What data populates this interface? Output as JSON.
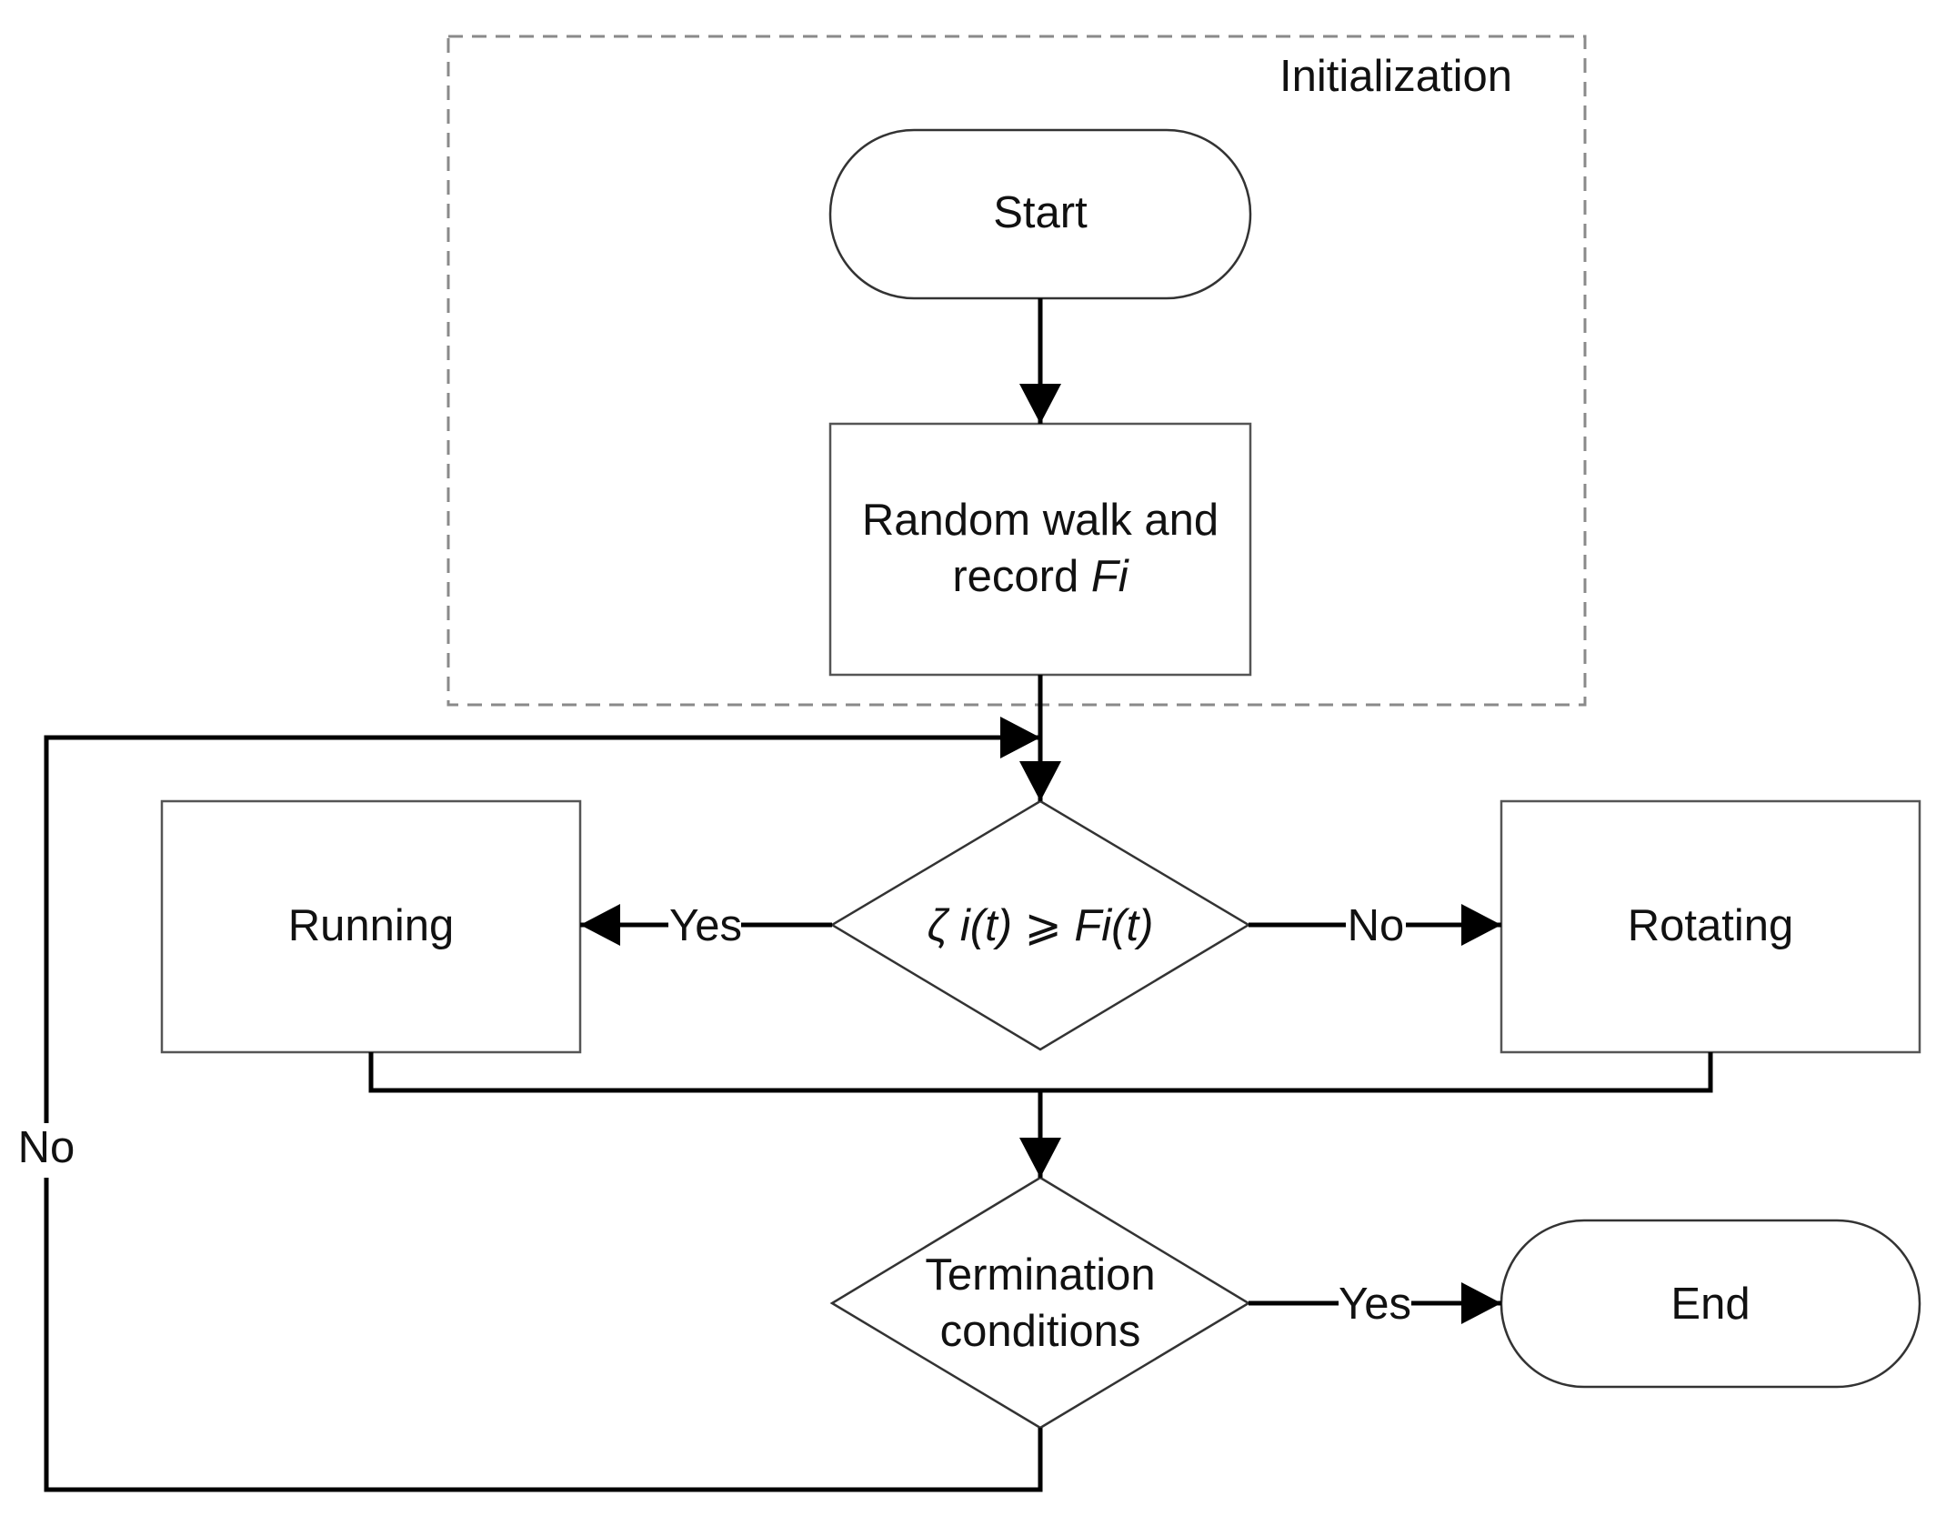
{
  "group": {
    "label": "Initialization"
  },
  "nodes": {
    "start": "Start",
    "random_walk": {
      "line1": "Random walk and",
      "line2_text": "record ",
      "line2_var": "Fi"
    },
    "condition": {
      "zeta": "ζ",
      "i_t": "i(t)",
      "ge": "⩾",
      "F": "F",
      "F_rest": "i(t)"
    },
    "running": "Running",
    "rotating": "Rotating",
    "termination": {
      "line1": "Termination",
      "line2": "conditions"
    },
    "end": "End"
  },
  "edges": {
    "yes_running": "Yes",
    "no_rotating": "No",
    "yes_end": "Yes",
    "no_loop": "No"
  }
}
